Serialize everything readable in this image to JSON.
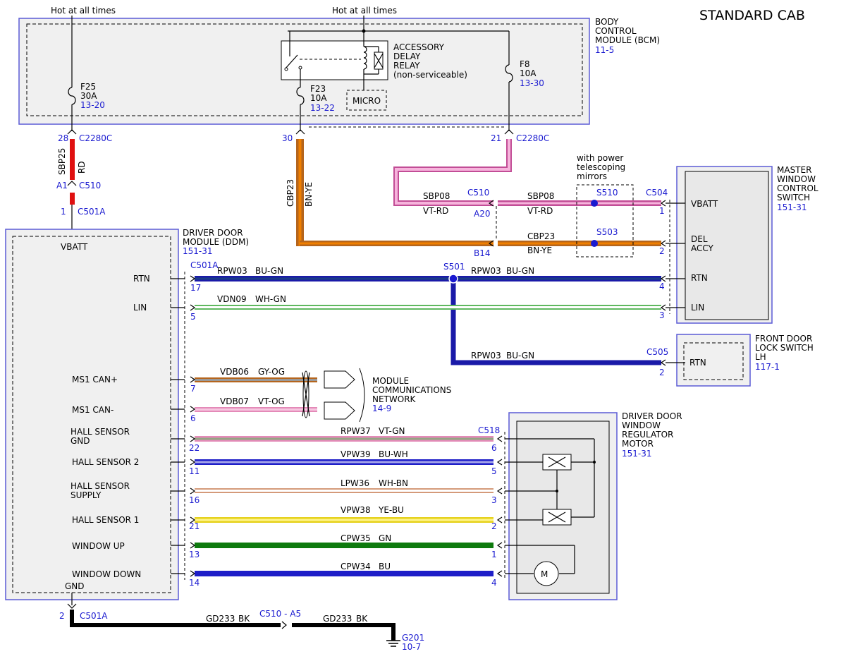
{
  "title": "STANDARD CAB",
  "power": {
    "left_label": "Hot at all times",
    "center_label": "Hot at all times"
  },
  "bcm": {
    "name_lines": [
      "BODY",
      "CONTROL",
      "MODULE (BCM)"
    ],
    "ref": "11-5"
  },
  "relay": {
    "label_lines": [
      "ACCESSORY",
      "DELAY",
      "RELAY",
      "(non-serviceable)"
    ],
    "micro": "MICRO"
  },
  "fuses": [
    {
      "name": "F25",
      "rating": "30A",
      "ref": "13-20"
    },
    {
      "name": "F23",
      "rating": "10A",
      "ref": "13-22"
    },
    {
      "name": "F8",
      "rating": "10A",
      "ref": "13-30"
    }
  ],
  "bcm_pins": {
    "left_pin": "28",
    "left_connector": "C2280C",
    "mid_pin": "30",
    "right_pin": "21",
    "right_connector": "C2280C"
  },
  "feed": {
    "sbp25_circuit": "SBP25",
    "sbp25_color": "RD",
    "c510_pin": "A1",
    "c510": "C510",
    "c501a_pin": "1",
    "c501a": "C501A",
    "cbp23_circuit": "CBP23",
    "cbp23_color": "BN-YE"
  },
  "ddm": {
    "name_lines": [
      "DRIVER DOOR",
      "MODULE (DDM)"
    ],
    "ref": "151-31",
    "vbatt": "VBATT",
    "gnd": "GND",
    "connector": "C501A",
    "pins": [
      "RTN",
      "LIN",
      "MS1 CAN+",
      "MS1 CAN-",
      "HALL SENSOR GND",
      "HALL SENSOR 2",
      "HALL SENSOR SUPPLY",
      "HALL SENSOR 1",
      "WINDOW UP",
      "WINDOW DOWN"
    ]
  },
  "wires": [
    {
      "circuit": "RPW03",
      "color": "BU-GN",
      "ddm_pin": "17",
      "far_pin": "4"
    },
    {
      "circuit": "VDN09",
      "color": "WH-GN",
      "ddm_pin": "5",
      "far_pin": "3"
    },
    {
      "circuit": "VDB06",
      "color": "GY-OG",
      "ddm_pin": "7"
    },
    {
      "circuit": "VDB07",
      "color": "VT-OG",
      "ddm_pin": "6"
    },
    {
      "circuit": "RPW37",
      "color": "VT-GN",
      "ddm_pin": "22",
      "far_pin": "6"
    },
    {
      "circuit": "VPW39",
      "color": "BU-WH",
      "ddm_pin": "11",
      "far_pin": "5"
    },
    {
      "circuit": "LPW36",
      "color": "WH-BN",
      "ddm_pin": "16",
      "far_pin": "3"
    },
    {
      "circuit": "VPW38",
      "color": "YE-BU",
      "ddm_pin": "21",
      "far_pin": "2"
    },
    {
      "circuit": "CPW35",
      "color": "GN",
      "ddm_pin": "13",
      "far_pin": "1"
    },
    {
      "circuit": "CPW34",
      "color": "BU",
      "ddm_pin": "14",
      "far_pin": "4"
    }
  ],
  "mirrors": {
    "label_lines": [
      "with power",
      "telescoping",
      "mirrors"
    ],
    "s510": "S510",
    "s503": "S503"
  },
  "upper_wires": {
    "sbp08_circuit": "SBP08",
    "sbp08_color": "VT-RD",
    "c510": "C510",
    "a20": "A20",
    "b14": "B14",
    "cbp23_circuit": "CBP23",
    "cbp23_color": "BN-YE",
    "c504": "C504",
    "c504_pin1": "1",
    "c504_pin2": "2"
  },
  "splice_s501": "S501",
  "rpw03_branch": {
    "circuit": "RPW03",
    "color": "BU-GN",
    "connector": "C505",
    "pin": "2"
  },
  "mwcs": {
    "name_lines": [
      "MASTER",
      "WINDOW",
      "CONTROL",
      "SWITCH"
    ],
    "ref": "151-31",
    "pins": [
      "VBATT",
      "DEL",
      "ACCY",
      "RTN",
      "LIN"
    ]
  },
  "fdls": {
    "name_lines": [
      "FRONT DOOR",
      "LOCK SWITCH",
      "LH"
    ],
    "ref": "117-1",
    "pin": "RTN"
  },
  "network": {
    "label_lines": [
      "MODULE",
      "COMMUNICATIONS",
      "NETWORK"
    ],
    "ref": "14-9"
  },
  "motor": {
    "name_lines": [
      "DRIVER DOOR",
      "WINDOW",
      "REGULATOR",
      "MOTOR"
    ],
    "ref": "151-31",
    "connector": "C518",
    "symbol": "M"
  },
  "ground": {
    "pin": "2",
    "connector": "C501A",
    "circuit": "GD233",
    "color": "BK",
    "inline_connector": "C510 - A5",
    "g_name": "G201",
    "g_ref": "10-7"
  },
  "colors": {
    "accent_blue": "#1a1ad0",
    "box_border": "#5b5bd6",
    "box_fill": "#f0f0f0",
    "red": "#e01010",
    "pink": "#ec7ec0",
    "brown": "#b5651d",
    "orange": "#f07f00",
    "dark_blue": "#1010a0",
    "blue": "#1e1ec8",
    "green": "#0e7a0e",
    "yellow": "#e6d21e",
    "black": "#000000"
  }
}
